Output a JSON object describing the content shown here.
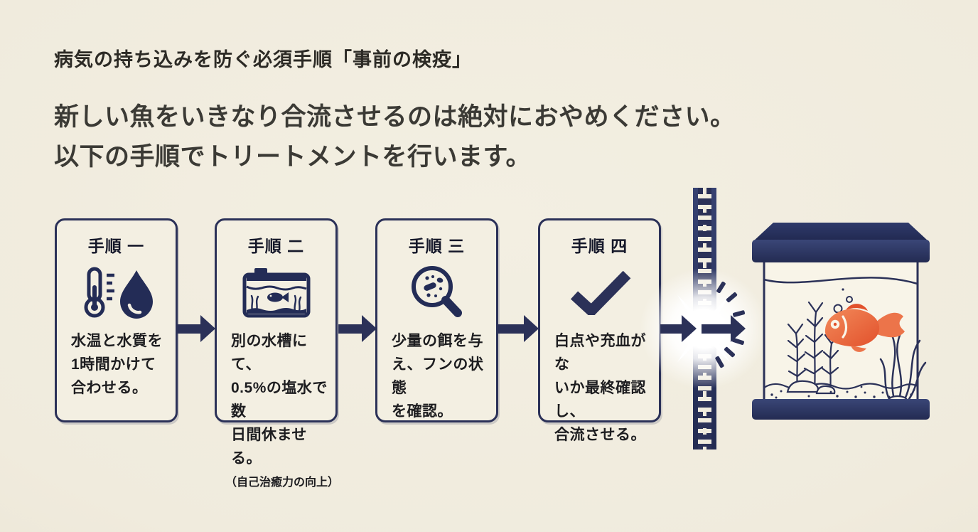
{
  "meta": {
    "type": "infographic",
    "language": "ja"
  },
  "palette": {
    "background": "#f0ebdd",
    "navy": "#2b3158",
    "ink": "#2c2a25",
    "headline_ink": "#3b3a35",
    "fish_orange": "#e8542e"
  },
  "header": {
    "eyebrow": "病気の持ち込みを防ぐ必須手順「事前の検疫」",
    "headline_line1": "新しい魚をいきなり合流させるのは絶対におやめください。",
    "headline_line2": "以下の手順でトリートメントを行います。"
  },
  "steps": [
    {
      "label": "手順 一",
      "icon": "thermometer-droplet-icon",
      "lines": [
        "水温と水質を",
        "1時間かけて",
        "合わせる。"
      ]
    },
    {
      "label": "手順 二",
      "icon": "quarantine-tank-icon",
      "lines": [
        "別の水槽にて、",
        "0.5%の塩水で数",
        "日間休ませる。"
      ],
      "note": "（自己治癒力の向上）"
    },
    {
      "label": "手順 三",
      "icon": "magnifier-germs-icon",
      "lines": [
        "少量の餌を与",
        "え、フンの状態",
        "を確認。"
      ]
    },
    {
      "label": "手順 四",
      "icon": "checkmark-icon",
      "lines": [
        "白点や充血がな",
        "いか最終確認し、",
        "合流させる。"
      ]
    }
  ],
  "illustration": {
    "barrier": "quarantine-barrier",
    "flash": "breakthrough-flash",
    "tank": "main-aquarium-with-goldfish"
  }
}
